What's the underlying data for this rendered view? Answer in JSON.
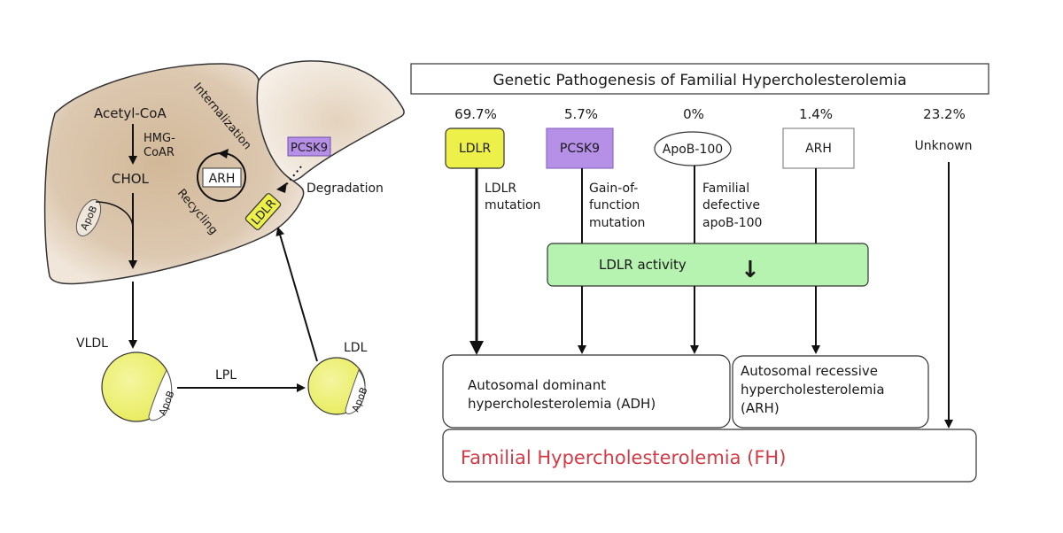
{
  "left_panel": {
    "acetyl_coa": "Acetyl-CoA",
    "hmg_coar_line1": "HMG-",
    "hmg_coar_line2": "CoAR",
    "chol": "CHOL",
    "apob_liver": "ApoB",
    "internalization": "Internalization",
    "recycling": "Recycling",
    "arh": "ARH",
    "ldlr": "LDLR",
    "pcsk9": "PCSK9",
    "degradation": "Degradation",
    "vldl": "VLDL",
    "ldl": "LDL",
    "lpl": "LPL",
    "apob_vldl": "ApoB",
    "apob_ldl": "ApoB"
  },
  "right_panel": {
    "title": "Genetic Pathogenesis of Familial Hypercholesterolemia",
    "causes": [
      {
        "percent": "69.7%",
        "label": "LDLR",
        "desc": [
          "LDLR",
          "mutation"
        ]
      },
      {
        "percent": "5.7%",
        "label": "PCSK9",
        "desc": [
          "Gain-of-",
          "function",
          "mutation"
        ]
      },
      {
        "percent": "0%",
        "label": "ApoB-100",
        "desc": [
          "Familial",
          "defective",
          "apoB-100"
        ]
      },
      {
        "percent": "1.4%",
        "label": "ARH",
        "desc": []
      },
      {
        "percent": "23.2%",
        "label": "Unknown",
        "desc": []
      }
    ],
    "ldlr_activity": "LDLR activity",
    "ldlr_activity_arrow": "↓",
    "adh_line1": "Autosomal dominant",
    "adh_line2": "hypercholesterolemia (ADH)",
    "arh_line1": "Autosomal recessive",
    "arh_line2": "hypercholesterolemia",
    "arh_line3": "(ARH)",
    "fh": "Familial Hypercholesterolemia (FH)"
  },
  "colors": {
    "liver": "#d9c3a8",
    "ldlr": "#eef04a",
    "pcsk9": "#b68fe6",
    "ldlr_activity": "#b6f2b0",
    "lipoprotein": "#eef27a",
    "fh_text": "#d23a46"
  }
}
